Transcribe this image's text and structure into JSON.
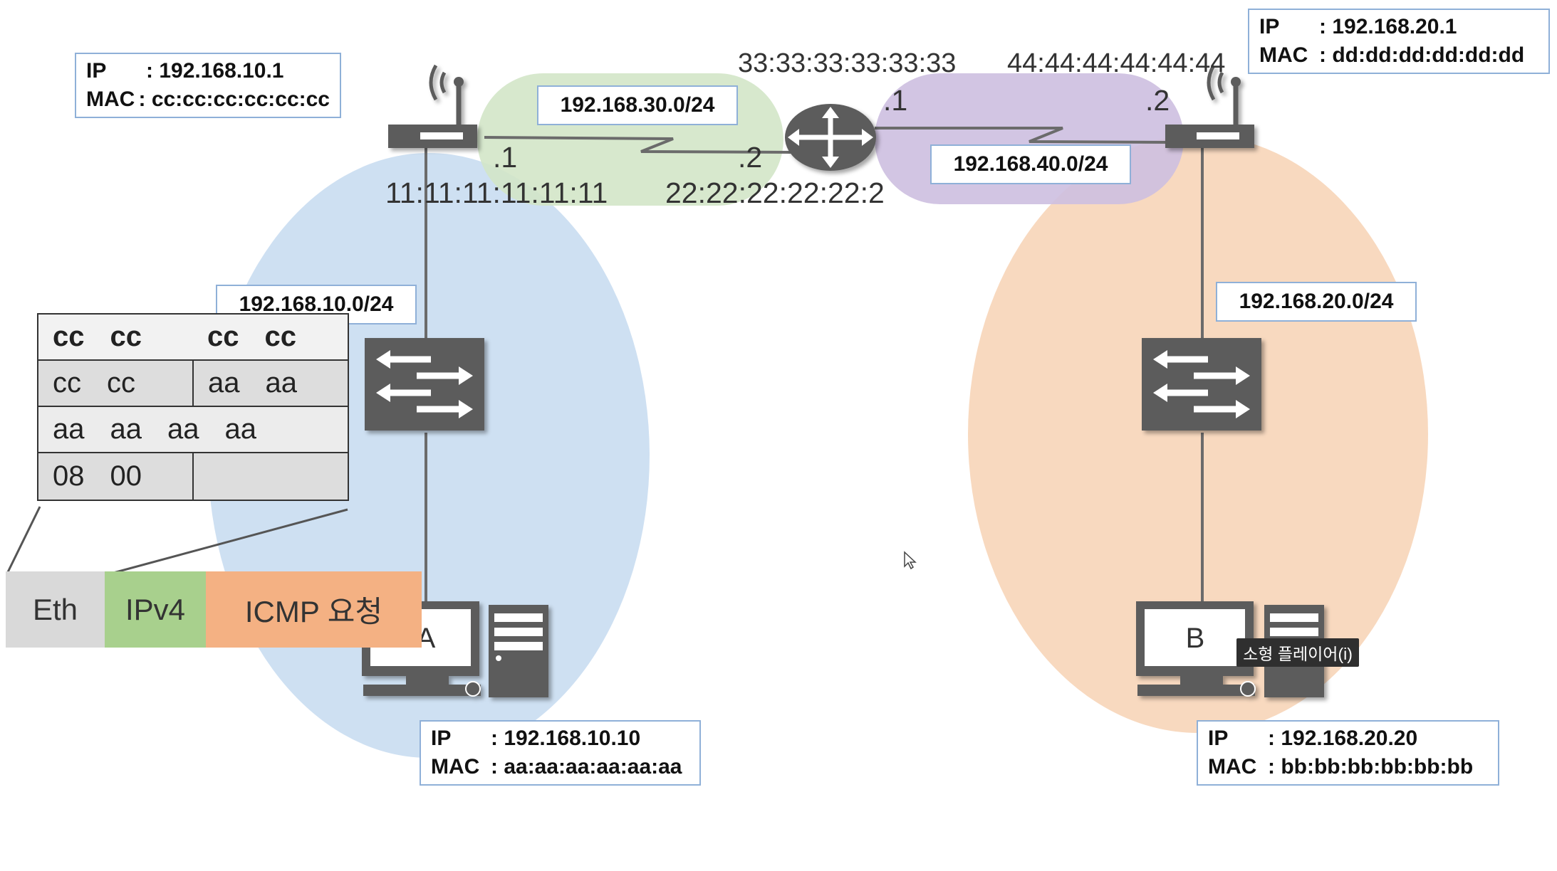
{
  "router_left": {
    "ip_label": "IP",
    "ip": ": 192.168.10.1",
    "mac_label": "MAC",
    "mac": ": cc:cc:cc:cc:cc:cc"
  },
  "router_right": {
    "ip_label": "IP",
    "ip": ": 192.168.20.1",
    "mac_label": "MAC",
    "mac": ": dd:dd:dd:dd:dd:dd"
  },
  "host_a": {
    "name": "A",
    "ip_label": "IP",
    "ip": ": 192.168.10.10",
    "mac_label": "MAC",
    "mac": ": aa:aa:aa:aa:aa:aa"
  },
  "host_b": {
    "name": "B",
    "ip_label": "IP",
    "ip": ": 192.168.20.20",
    "mac_label": "MAC",
    "mac": ": bb:bb:bb:bb:bb:bb"
  },
  "networks": {
    "lan_left": "192.168.10.0/24",
    "lan_right": "192.168.20.0/24",
    "wan_left": "192.168.30.0/24",
    "wan_right": "192.168.40.0/24"
  },
  "interfaces": {
    "left_router_wan": ".1",
    "center_router_left": ".2",
    "center_router_right": ".1",
    "right_router_wan": ".2",
    "mac_left_router_wan": "11:11:11:11:11:11",
    "mac_center_left": "22:22:22:22:22:2",
    "mac_center_right": "33:33:33:33:33:33",
    "mac_right_router_wan": "44:44:44:44:44:44"
  },
  "ethernet_header": {
    "rows": [
      [
        [
          "cc",
          "cc"
        ],
        [
          "cc",
          "cc"
        ]
      ],
      [
        [
          "cc",
          "cc"
        ],
        [
          "aa",
          "aa"
        ]
      ],
      [
        [
          "aa",
          "aa",
          "aa",
          "aa"
        ]
      ],
      [
        [
          "08",
          "00"
        ],
        []
      ]
    ]
  },
  "packet": {
    "eth": "Eth",
    "ipv4": "IPv4",
    "icmp": "ICMP 요청"
  },
  "tooltip": "소형 플레이어(i)",
  "colors": {
    "lan_left": "#c5daf0",
    "lan_right": "#f7d2b4",
    "wan_left": "#d3e6c8",
    "wan_right": "#cdbfe0",
    "device": "#5c5c5c",
    "eth": "#d9d9d9",
    "ipv4": "#a8d08d",
    "icmp": "#f4b183",
    "box_border": "#8fb0d8"
  }
}
